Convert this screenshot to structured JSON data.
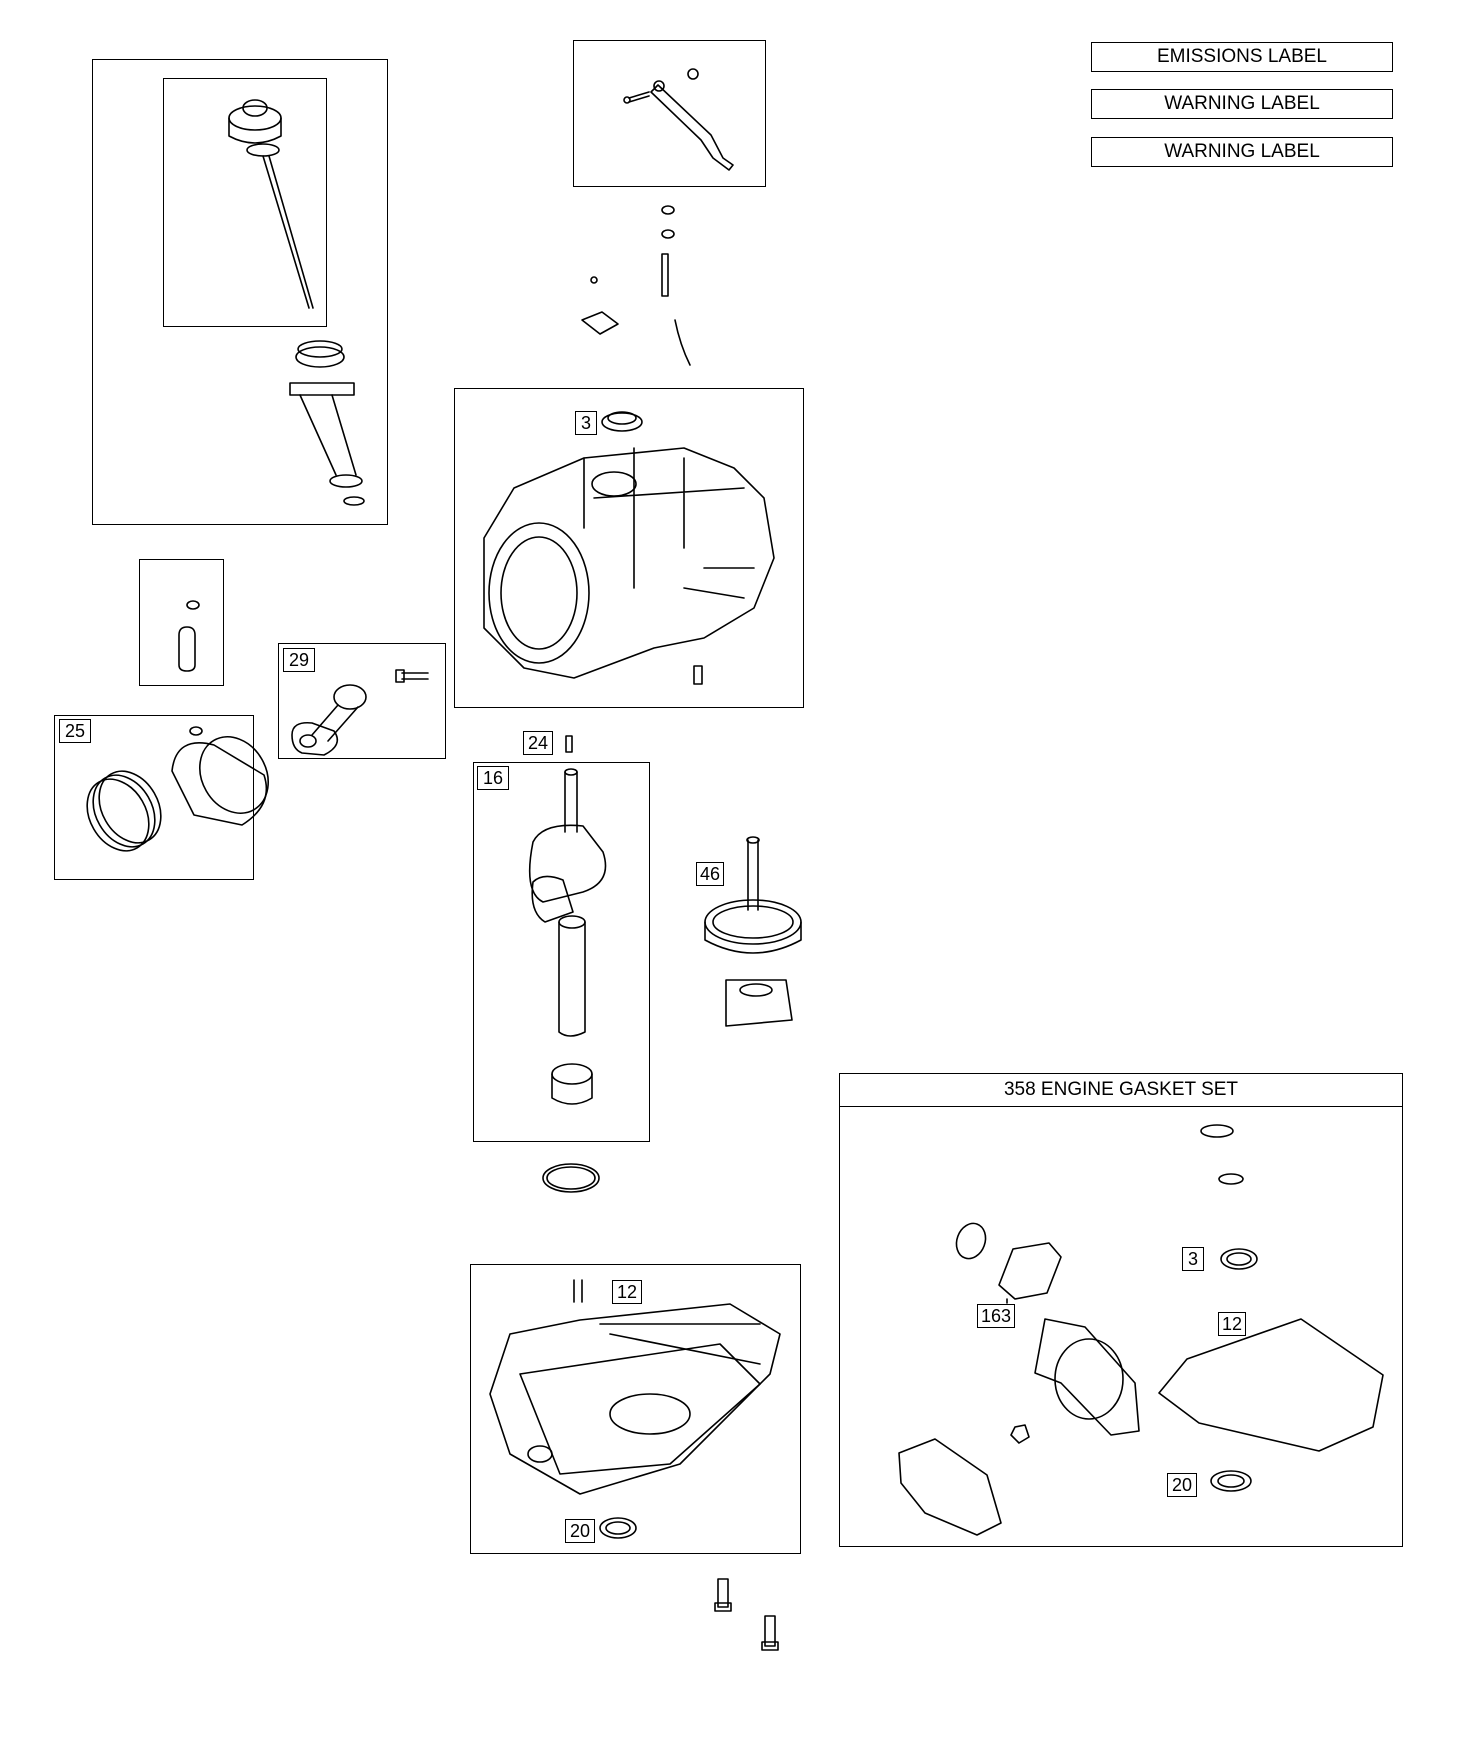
{
  "labels": {
    "emissions": "EMISSIONS LABEL",
    "warning_1": "WARNING LABEL",
    "warning_2": "WARNING LABEL"
  },
  "callouts": {
    "c3_block": "3",
    "c29": "29",
    "c25": "25",
    "c24": "24",
    "c16": "16",
    "c46": "46",
    "c12_sump": "12",
    "c20_sump": "20",
    "c3_gasket": "3",
    "c163": "163",
    "c12_gasket": "12",
    "c20_gasket": "20"
  },
  "gasket_set": {
    "title": "358 ENGINE GASKET SET"
  }
}
